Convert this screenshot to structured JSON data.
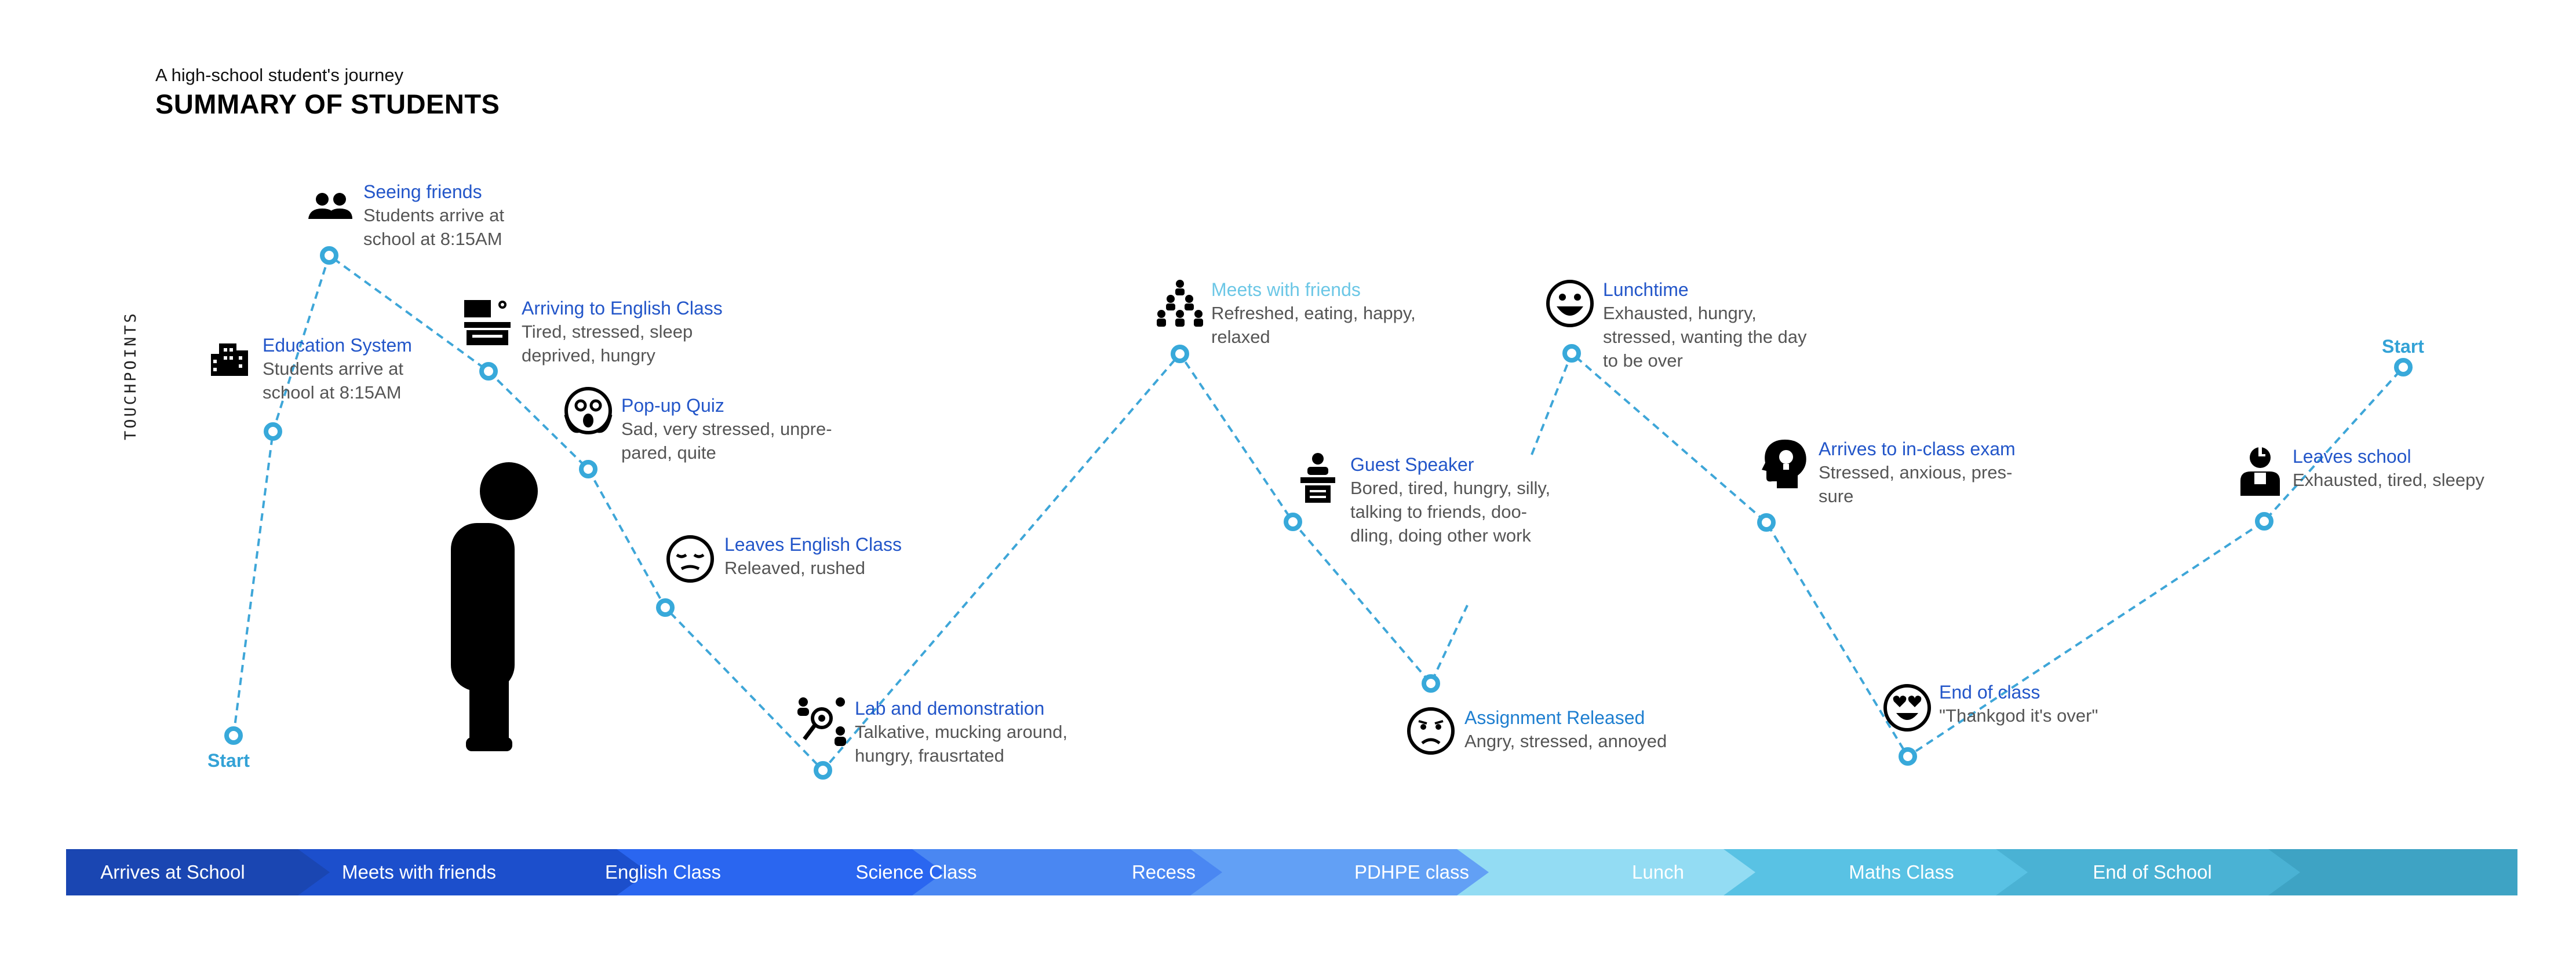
{
  "header": {
    "subtitle": "A high-school student's journey",
    "title": "SUMMARY OF STUDENTS"
  },
  "axis_label": "TOUCHPOINTS",
  "touchpoints": [
    {
      "id": "start",
      "label": "Start"
    },
    {
      "id": "education",
      "title": "Education System",
      "desc": "Students arrive at\nschool at 8:15AM",
      "icon": "school-building-icon"
    },
    {
      "id": "seeing",
      "title": "Seeing friends",
      "desc": "Students arrive at\nschool at 8:15AM",
      "icon": "people-icon"
    },
    {
      "id": "arriving",
      "title": "Arriving to English Class",
      "desc": "Tired, stressed, sleep\ndeprived, hungry",
      "icon": "classroom-icon"
    },
    {
      "id": "quiz",
      "title": "Pop-up Quiz",
      "desc": "Sad, very stressed, unpre-\npared, quite",
      "icon": "screaming-face-icon"
    },
    {
      "id": "leaves_english",
      "title": "Leaves English Class",
      "desc": "Releaved, rushed",
      "icon": "relieved-face-icon"
    },
    {
      "id": "lab",
      "title": "Lab and demonstration",
      "desc": "Talkative, mucking around,\nhungry, frausrtated",
      "icon": "group-search-icon"
    },
    {
      "id": "meets",
      "title": "Meets with friends",
      "desc": "Refreshed, eating, happy,\nrelaxed",
      "icon": "crowd-icon"
    },
    {
      "id": "guest",
      "title": "Guest Speaker",
      "desc": "Bored, tired, hungry, silly,\ntalking to friends, doo-\ndling, doing other work",
      "icon": "podium-icon"
    },
    {
      "id": "assignment",
      "title": "Assignment Released",
      "desc": "Angry, stressed, annoyed",
      "icon": "sad-face-icon"
    },
    {
      "id": "lunch",
      "title": "Lunchtime",
      "desc": "Exhausted, hungry,\nstressed, wanting the day\nto be over",
      "icon": "grinning-face-icon"
    },
    {
      "id": "exam",
      "title": "Arrives to in-class exam",
      "desc": "Stressed, anxious, pres-\nsure",
      "icon": "head-idea-icon"
    },
    {
      "id": "endclass",
      "title": "End of class",
      "desc": "\"Thankgod it's over\"",
      "icon": "heart-eyes-face-icon"
    },
    {
      "id": "leaves_school",
      "title": "Leaves school",
      "desc": "Exhausted, tired, sleepy",
      "icon": "student-icon"
    },
    {
      "id": "start2",
      "label": "Start"
    }
  ],
  "stages": [
    {
      "label": "Arrives at School",
      "color": "#1a46b2"
    },
    {
      "label": "Meets with friends",
      "color": "#1c4fcc"
    },
    {
      "label": "English Class",
      "color": "#2a66f0"
    },
    {
      "label": "Science Class",
      "color": "#4a87f2"
    },
    {
      "label": "Recess",
      "color": "#62a0f5"
    },
    {
      "label": "PDHPE class",
      "color": "#93dcf3"
    },
    {
      "label": "Lunch",
      "color": "#59c2e4"
    },
    {
      "label": "Maths Class",
      "color": "#4ab2d4"
    },
    {
      "label": "End of School",
      "color": "#3ea3c4"
    }
  ],
  "colors": {
    "path": "#3ea6d8",
    "node": "#38a9da",
    "title": "#2356c9",
    "title_light": "#6cc7e6"
  }
}
